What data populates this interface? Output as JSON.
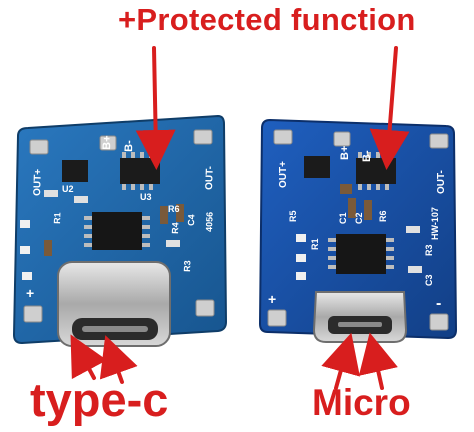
{
  "labels": {
    "top": "+Protected function",
    "left": "type-c",
    "right": "Micro"
  },
  "boards": {
    "left": {
      "silk": {
        "b_plus": "B+",
        "b_minus": "B-",
        "out_plus": "OUT+",
        "out_minus": "OUT-",
        "u2": "U2",
        "u3": "U3",
        "r1": "R1",
        "r4": "R4",
        "c4": "C4",
        "part": "4056",
        "r6": "R6",
        "r3": "R3",
        "plus": "+"
      }
    },
    "right": {
      "silk": {
        "b_plus": "B+",
        "b_minus": "B-",
        "out_plus": "OUT+",
        "out_minus": "OUT-",
        "r5": "R5",
        "c1": "C1",
        "c2": "C2",
        "r6": "R6",
        "model": "HW-107",
        "r1": "R1",
        "r3": "R3",
        "c3": "C3",
        "plus": "+",
        "minus": "-"
      }
    }
  },
  "colors": {
    "label_red": "#d81e1e",
    "pcb_left": "#2066a8",
    "pcb_right": "#1a4fa3",
    "solder": "#c9c9c9"
  }
}
